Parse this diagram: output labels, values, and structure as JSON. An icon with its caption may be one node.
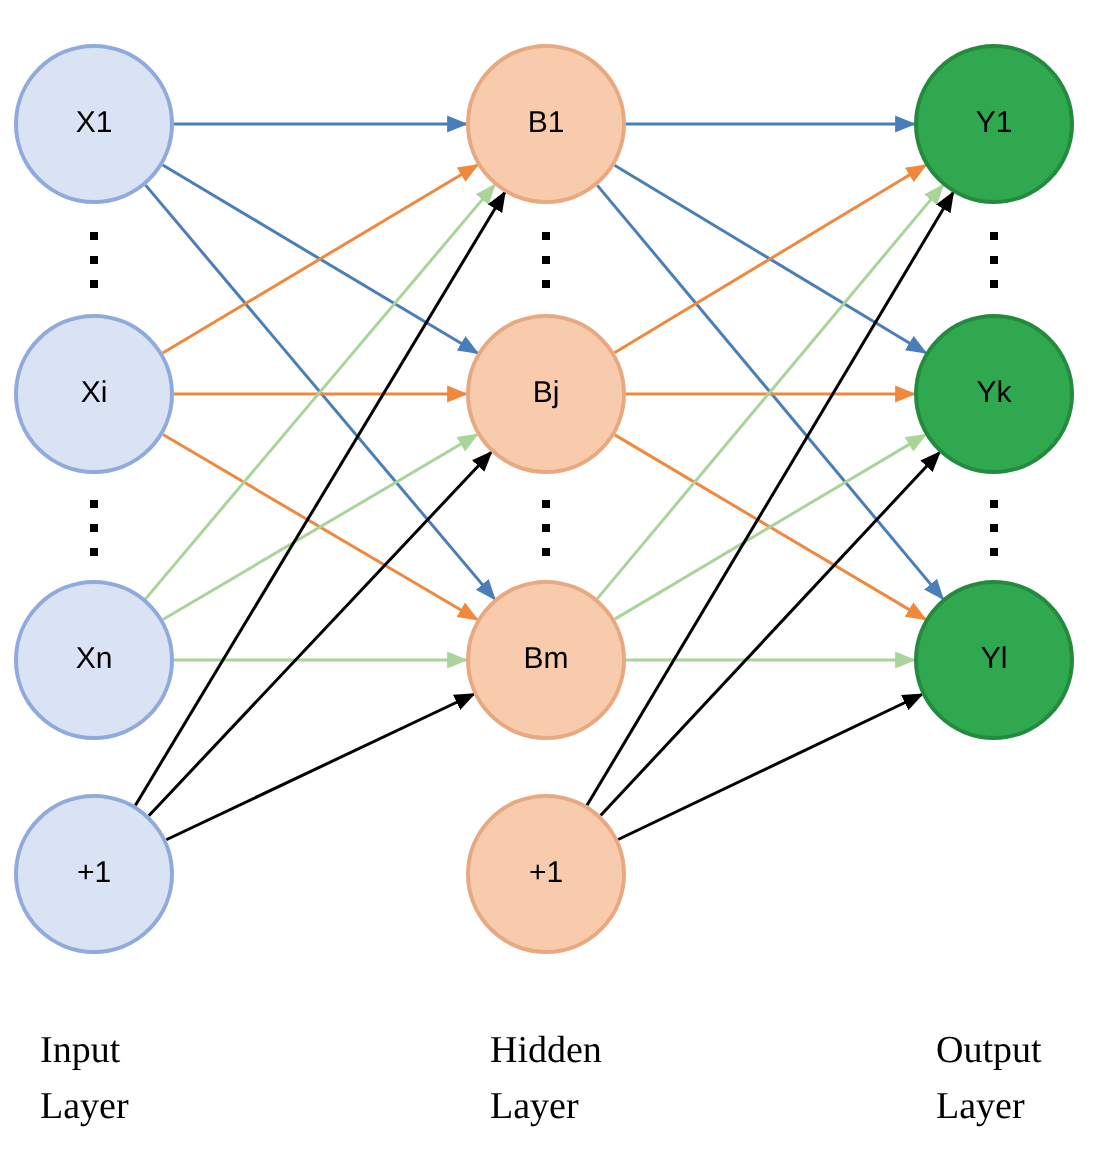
{
  "diagram": {
    "nodes": [
      {
        "text": [
          "X1"
        ]
      },
      {
        "text": [
          "Xi"
        ]
      },
      {
        "text": [
          "Xn"
        ]
      },
      {
        "text": [
          "+1"
        ]
      },
      {
        "text": [
          "B1"
        ]
      },
      {
        "text": [
          "Bj"
        ]
      },
      {
        "text": [
          "Bm"
        ]
      },
      {
        "text": [
          "+1"
        ]
      },
      {
        "text": [
          "Y1"
        ]
      },
      {
        "text": [
          "Yk"
        ]
      },
      {
        "text": [
          "Yl"
        ]
      }
    ],
    "edges": [
      {
        "from": 0,
        "to": 4,
        "arrow": "to",
        "color": "#4a7ebb"
      },
      {
        "from": 0,
        "to": 5,
        "arrow": "to",
        "color": "#4a7ebb"
      },
      {
        "from": 0,
        "to": 6,
        "arrow": "to",
        "color": "#4a7ebb"
      },
      {
        "from": 1,
        "to": 4,
        "arrow": "to",
        "color": "#f0883e"
      },
      {
        "from": 1,
        "to": 5,
        "arrow": "to",
        "color": "#f0883e"
      },
      {
        "from": 1,
        "to": 6,
        "arrow": "to",
        "color": "#f0883e"
      },
      {
        "from": 2,
        "to": 4,
        "arrow": "to",
        "color": "#a9d49a"
      },
      {
        "from": 2,
        "to": 5,
        "arrow": "to",
        "color": "#a9d49a"
      },
      {
        "from": 2,
        "to": 6,
        "arrow": "to",
        "color": "#a9d49a"
      },
      {
        "from": 3,
        "to": 4,
        "arrow": "to",
        "color": "#000000"
      },
      {
        "from": 3,
        "to": 5,
        "arrow": "to",
        "color": "#000000"
      },
      {
        "from": 3,
        "to": 6,
        "arrow": "to",
        "color": "#000000"
      },
      {
        "from": 4,
        "to": 8,
        "arrow": "to",
        "color": "#4a7ebb"
      },
      {
        "from": 4,
        "to": 9,
        "arrow": "to",
        "color": "#4a7ebb"
      },
      {
        "from": 4,
        "to": 10,
        "arrow": "to",
        "color": "#4a7ebb"
      },
      {
        "from": 5,
        "to": 8,
        "arrow": "to",
        "color": "#f0883e"
      },
      {
        "from": 5,
        "to": 9,
        "arrow": "to",
        "color": "#f0883e"
      },
      {
        "from": 5,
        "to": 10,
        "arrow": "to",
        "color": "#f0883e"
      },
      {
        "from": 6,
        "to": 8,
        "arrow": "to",
        "color": "#a9d49a"
      },
      {
        "from": 6,
        "to": 9,
        "arrow": "to",
        "color": "#a9d49a"
      },
      {
        "from": 6,
        "to": 10,
        "arrow": "to",
        "color": "#a9d49a"
      },
      {
        "from": 7,
        "to": 8,
        "arrow": "to",
        "color": "#000000"
      },
      {
        "from": 7,
        "to": 9,
        "arrow": "to",
        "color": "#000000"
      },
      {
        "from": 7,
        "to": 10,
        "arrow": "to",
        "color": "#000000"
      }
    ],
    "labels": [
      "Input Layer",
      "Hidden Layer",
      "Output Layer"
    ]
  }
}
